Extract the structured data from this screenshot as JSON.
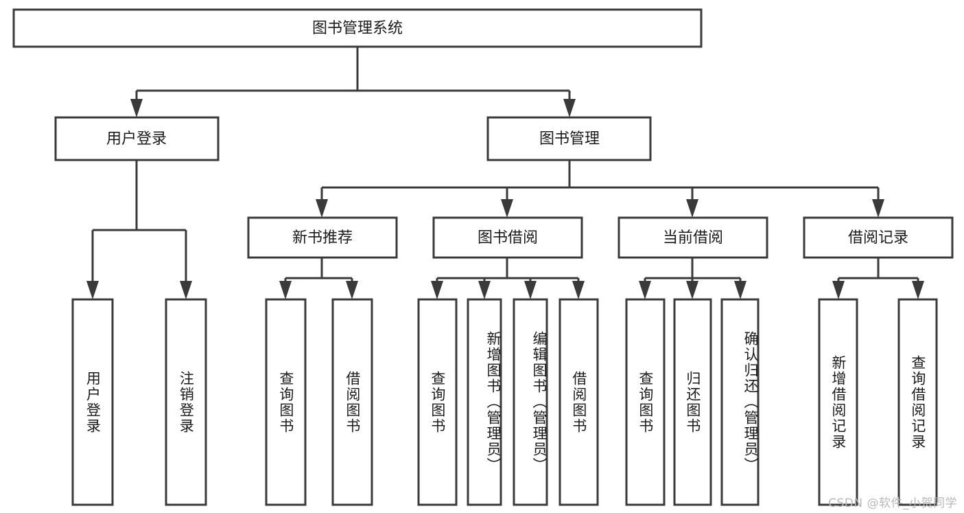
{
  "diagram": {
    "title": "图书管理系统",
    "type": "tree-hierarchy",
    "orientation": "top-down",
    "colors": {
      "box_stroke": "#3a3a3a",
      "box_fill": "#ffffff",
      "connector": "#3a3a3a",
      "text": "#1a1a1a",
      "watermark": "#b8b8b8",
      "background": "#ffffff"
    },
    "root": {
      "label": "图书管理系统"
    },
    "level2": [
      {
        "label": "用户登录"
      },
      {
        "label": "图书管理"
      }
    ],
    "level3": [
      {
        "label": "新书推荐"
      },
      {
        "label": "图书借阅"
      },
      {
        "label": "当前借阅"
      },
      {
        "label": "借阅记录"
      }
    ],
    "leaves": {
      "user_login": [
        {
          "label": "用户登录"
        },
        {
          "label": "注销登录"
        }
      ],
      "new_book_recommend": [
        {
          "label": "查询图书"
        },
        {
          "label": "借阅图书"
        }
      ],
      "book_borrow": [
        {
          "label": "查询图书"
        },
        {
          "label": "新增图书（管理员）"
        },
        {
          "label": "编辑图书（管理员）"
        },
        {
          "label": "借阅图书"
        }
      ],
      "current_borrow": [
        {
          "label": "查询图书"
        },
        {
          "label": "归还图书"
        },
        {
          "label": "确认归还（管理员）"
        }
      ],
      "borrow_record": [
        {
          "label": "新增借阅记录"
        },
        {
          "label": "查询借阅记录"
        }
      ]
    },
    "watermark": "CSDN @软件_小贺同学"
  }
}
